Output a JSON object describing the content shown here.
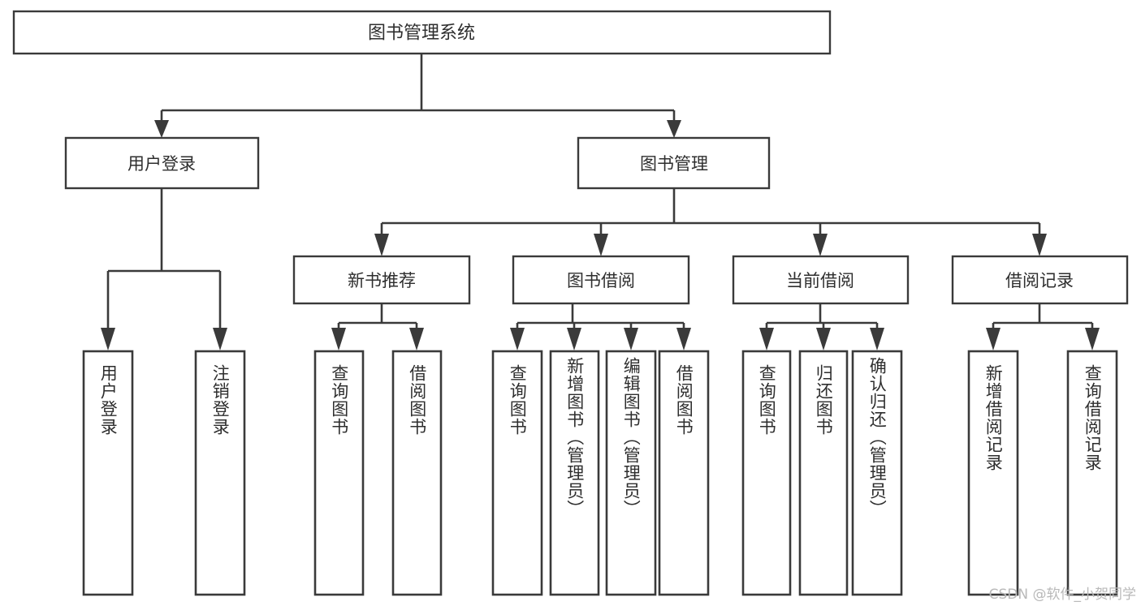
{
  "diagram": {
    "type": "tree-hierarchy",
    "title_node": {
      "label": "图书管理系统"
    },
    "level1": [
      {
        "label": "用户登录"
      },
      {
        "label": "图书管理"
      }
    ],
    "level2": [
      {
        "label": "新书推荐"
      },
      {
        "label": "图书借阅"
      },
      {
        "label": "当前借阅"
      },
      {
        "label": "借阅记录"
      }
    ],
    "leaves": {
      "user_login": [
        {
          "label": "用户登录"
        },
        {
          "label": "注销登录"
        }
      ],
      "new_book_recommend": [
        {
          "label": "查询图书"
        },
        {
          "label": "借阅图书"
        }
      ],
      "book_borrow": [
        {
          "label": "查询图书"
        },
        {
          "label": "新增图书（管理员）"
        },
        {
          "label": "编辑图书（管理员）"
        },
        {
          "label": "借阅图书"
        }
      ],
      "current_borrow": [
        {
          "label": "查询图书"
        },
        {
          "label": "归还图书"
        },
        {
          "label": "确认归还（管理员）"
        }
      ],
      "borrow_record": [
        {
          "label": "新增借阅记录"
        },
        {
          "label": "查询借阅记录"
        }
      ]
    },
    "watermark": "CSDN @软件_小贺同学",
    "colors": {
      "stroke": "#3a3a3a",
      "text": "#2e2e2e",
      "background": "#ffffff",
      "watermark": "#b9b9b9"
    }
  }
}
